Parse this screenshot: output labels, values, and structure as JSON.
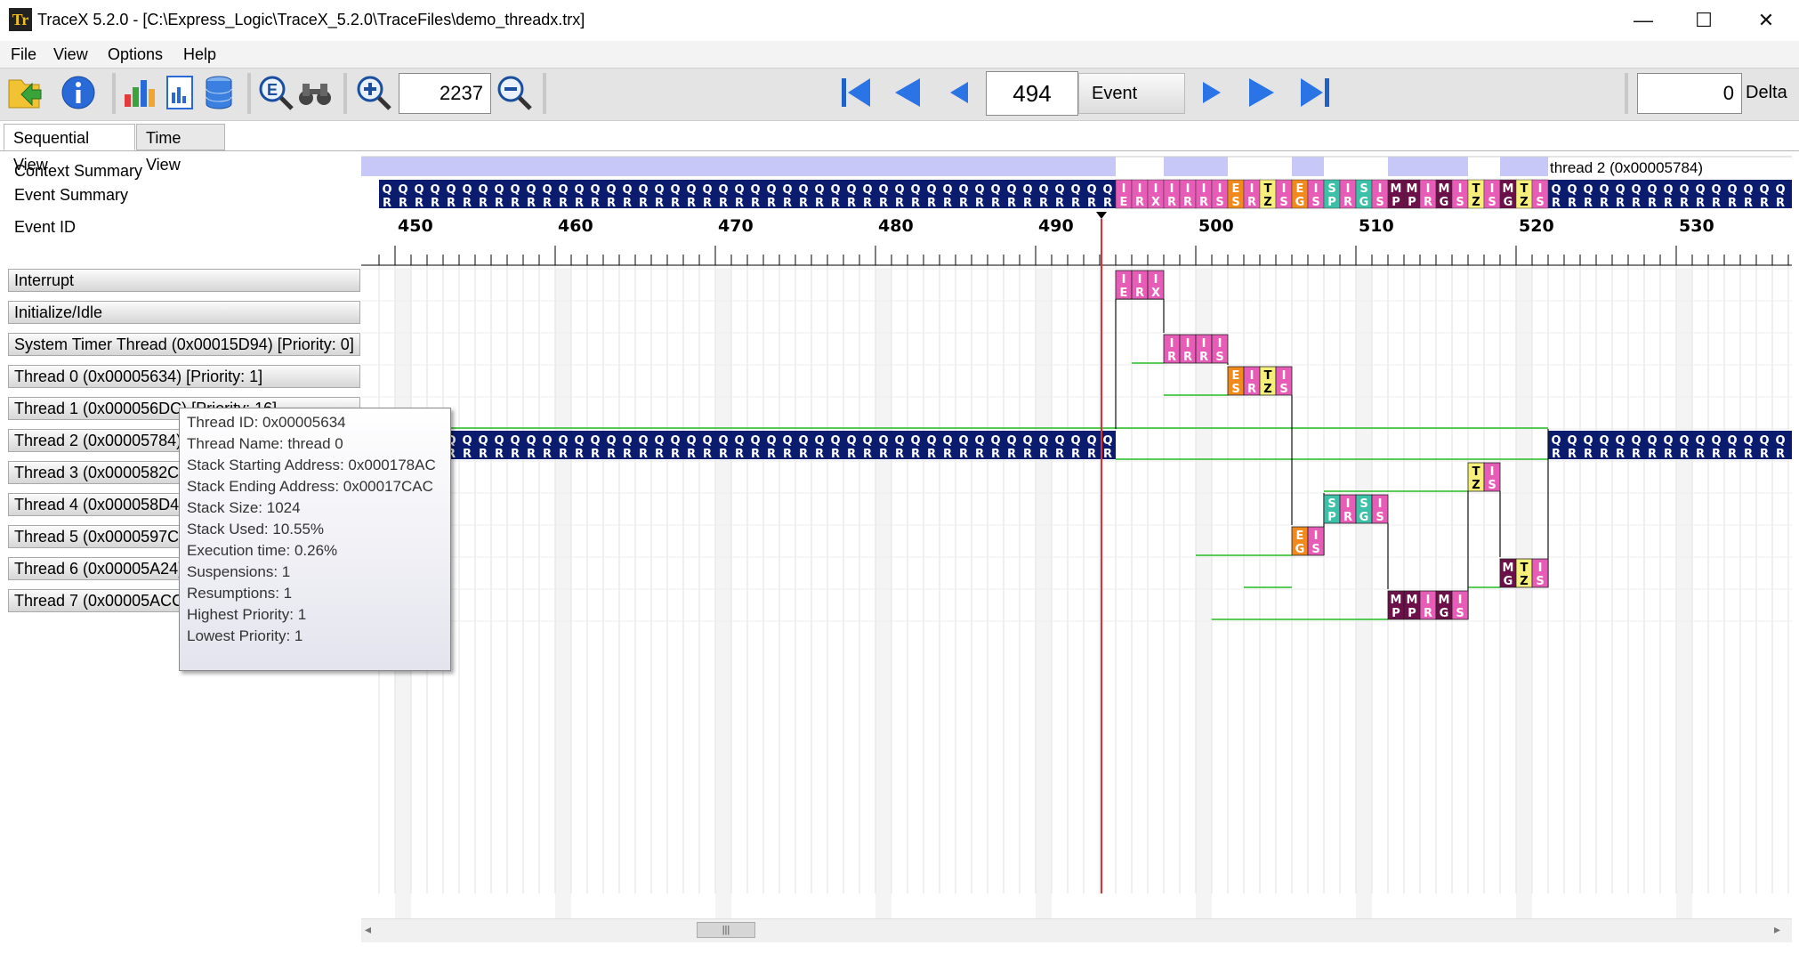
{
  "window": {
    "title": "TraceX 5.2.0 - [C:\\Express_Logic\\TraceX_5.2.0\\TraceFiles\\demo_threadx.trx]",
    "icon_text": "Tr",
    "controls": {
      "minimize": "—",
      "maximize": "☐",
      "close": "✕"
    }
  },
  "menu": [
    "File",
    "View",
    "Options",
    "Help"
  ],
  "toolbar": {
    "zoom_value": "2237",
    "event_number": "494",
    "nav_mode": "Event",
    "delta_value": "0",
    "delta_label": "Delta",
    "icons": [
      "open-file-icon",
      "info-icon",
      "bar-chart-icon",
      "report-icon",
      "database-icon",
      "find-event-icon",
      "binoculars-icon",
      "zoom-in-icon",
      "zoom-out-icon",
      "first-event-icon",
      "prev-page-icon",
      "prev-event-icon",
      "next-event-icon",
      "next-page-icon",
      "last-event-icon"
    ]
  },
  "tabs": [
    "Sequential View",
    "Time View"
  ],
  "left_panel": {
    "context_summary": "Context Summary",
    "event_summary": "Event Summary",
    "event_id": "Event ID",
    "threads": [
      "Interrupt",
      "Initialize/Idle",
      "System Timer Thread (0x00015D94) [Priority: 0]",
      "Thread 0 (0x00005634) [Priority: 1]",
      "Thread 1 (0x000056DC) [Priority: 16]",
      "Thread 2 (0x00005784)",
      "Thread 3 (0x0000582C)",
      "Thread 4 (0x000058D4)",
      "Thread 5 (0x0000597C)",
      "Thread 6 (0x00005A24)",
      "Thread 7 (0x00005ACC)"
    ]
  },
  "timeline": {
    "ticks": [
      "450",
      "460",
      "470",
      "480",
      "490",
      "500",
      "510",
      "520",
      "530"
    ],
    "context_label": "thread 2 (0x00005784)",
    "current_event": 494
  },
  "tooltip": [
    "Thread ID:  0x00005634",
    "Thread Name:  thread 0",
    "Stack Starting Address:  0x000178AC",
    "Stack Ending Address:  0x00017CAC",
    "Stack Size:  1024",
    "Stack Used:  10.55%",
    "Execution time:  0.26%",
    "Suspensions:   1",
    "Resumptions:   1",
    "Highest Priority:   1",
    "Lowest Priority:   1"
  ],
  "colors": {
    "context_band": "#c8c8f8",
    "qr_block": "#0b1c6e",
    "interrupt_event": "#e75cb7",
    "orange_event": "#f08a1c",
    "yellow_event": "#f6f07a",
    "teal_event": "#3cc0a8",
    "maroon_event": "#6b1048",
    "cursor": "#e03030",
    "grid": "#e2e2e2"
  },
  "events": [
    {
      "row": 0,
      "start": 495,
      "labels": [
        [
          "I",
          "E"
        ],
        [
          "I",
          "R"
        ],
        [
          "I",
          "X"
        ]
      ],
      "color": "interrupt_event"
    },
    {
      "row": 2,
      "start": 498,
      "labels": [
        [
          "I",
          "R"
        ],
        [
          "I",
          "R"
        ],
        [
          "I",
          "R"
        ],
        [
          "I",
          "S"
        ]
      ],
      "color": "interrupt_event"
    },
    {
      "row": 3,
      "start": 502,
      "labels": [
        [
          "E",
          "S"
        ]
      ],
      "color": "orange_event"
    },
    {
      "row": 3,
      "start": 503,
      "labels": [
        [
          "I",
          "R"
        ]
      ],
      "color": "interrupt_event"
    },
    {
      "row": 3,
      "start": 504,
      "labels": [
        [
          "T",
          "Z"
        ]
      ],
      "color": "yellow_event"
    },
    {
      "row": 3,
      "start": 505,
      "labels": [
        [
          "I",
          "S"
        ]
      ],
      "color": "interrupt_event"
    },
    {
      "row": 6,
      "start": 517,
      "labels": [
        [
          "T",
          "Z"
        ]
      ],
      "color": "yellow_event"
    },
    {
      "row": 6,
      "start": 518,
      "labels": [
        [
          "I",
          "S"
        ]
      ],
      "color": "interrupt_event"
    },
    {
      "row": 7,
      "start": 508,
      "labels": [
        [
          "S",
          "P"
        ]
      ],
      "color": "teal_event"
    },
    {
      "row": 7,
      "start": 509,
      "labels": [
        [
          "I",
          "R"
        ]
      ],
      "color": "interrupt_event"
    },
    {
      "row": 7,
      "start": 510,
      "labels": [
        [
          "S",
          "G"
        ]
      ],
      "color": "teal_event"
    },
    {
      "row": 7,
      "start": 511,
      "labels": [
        [
          "I",
          "S"
        ]
      ],
      "color": "interrupt_event"
    },
    {
      "row": 8,
      "start": 506,
      "labels": [
        [
          "E",
          "G"
        ]
      ],
      "color": "orange_event"
    },
    {
      "row": 8,
      "start": 507,
      "labels": [
        [
          "I",
          "S"
        ]
      ],
      "color": "interrupt_event"
    },
    {
      "row": 9,
      "start": 519,
      "labels": [
        [
          "M",
          "G"
        ]
      ],
      "color": "maroon_event"
    },
    {
      "row": 9,
      "start": 520,
      "labels": [
        [
          "T",
          "Z"
        ]
      ],
      "color": "yellow_event"
    },
    {
      "row": 9,
      "start": 521,
      "labels": [
        [
          "I",
          "S"
        ]
      ],
      "color": "interrupt_event"
    },
    {
      "row": 10,
      "start": 512,
      "labels": [
        [
          "M",
          "P"
        ],
        [
          "M",
          "P"
        ]
      ],
      "color": "maroon_event"
    },
    {
      "row": 10,
      "start": 514,
      "labels": [
        [
          "I",
          "R"
        ]
      ],
      "color": "interrupt_event"
    },
    {
      "row": 10,
      "start": 515,
      "labels": [
        [
          "M",
          "G"
        ]
      ],
      "color": "maroon_event"
    },
    {
      "row": 10,
      "start": 516,
      "labels": [
        [
          "I",
          "S"
        ]
      ],
      "color": "interrupt_event"
    }
  ],
  "summary_events": [
    [
      "I",
      "E",
      "interrupt_event"
    ],
    [
      "I",
      "R",
      "interrupt_event"
    ],
    [
      "I",
      "X",
      "interrupt_event"
    ],
    [
      "I",
      "R",
      "interrupt_event"
    ],
    [
      "I",
      "R",
      "interrupt_event"
    ],
    [
      "I",
      "R",
      "interrupt_event"
    ],
    [
      "I",
      "S",
      "interrupt_event"
    ],
    [
      "E",
      "S",
      "orange_event"
    ],
    [
      "I",
      "R",
      "interrupt_event"
    ],
    [
      "T",
      "Z",
      "yellow_event"
    ],
    [
      "I",
      "S",
      "interrupt_event"
    ],
    [
      "E",
      "G",
      "orange_event"
    ],
    [
      "I",
      "S",
      "interrupt_event"
    ],
    [
      "S",
      "P",
      "teal_event"
    ],
    [
      "I",
      "R",
      "interrupt_event"
    ],
    [
      "S",
      "G",
      "teal_event"
    ],
    [
      "I",
      "S",
      "interrupt_event"
    ],
    [
      "M",
      "P",
      "maroon_event"
    ],
    [
      "M",
      "P",
      "maroon_event"
    ],
    [
      "I",
      "R",
      "interrupt_event"
    ],
    [
      "M",
      "G",
      "maroon_event"
    ],
    [
      "I",
      "S",
      "interrupt_event"
    ],
    [
      "T",
      "Z",
      "yellow_event"
    ],
    [
      "I",
      "S",
      "interrupt_event"
    ],
    [
      "M",
      "G",
      "maroon_event"
    ],
    [
      "T",
      "Z",
      "yellow_event"
    ],
    [
      "I",
      "S",
      "interrupt_event"
    ]
  ]
}
